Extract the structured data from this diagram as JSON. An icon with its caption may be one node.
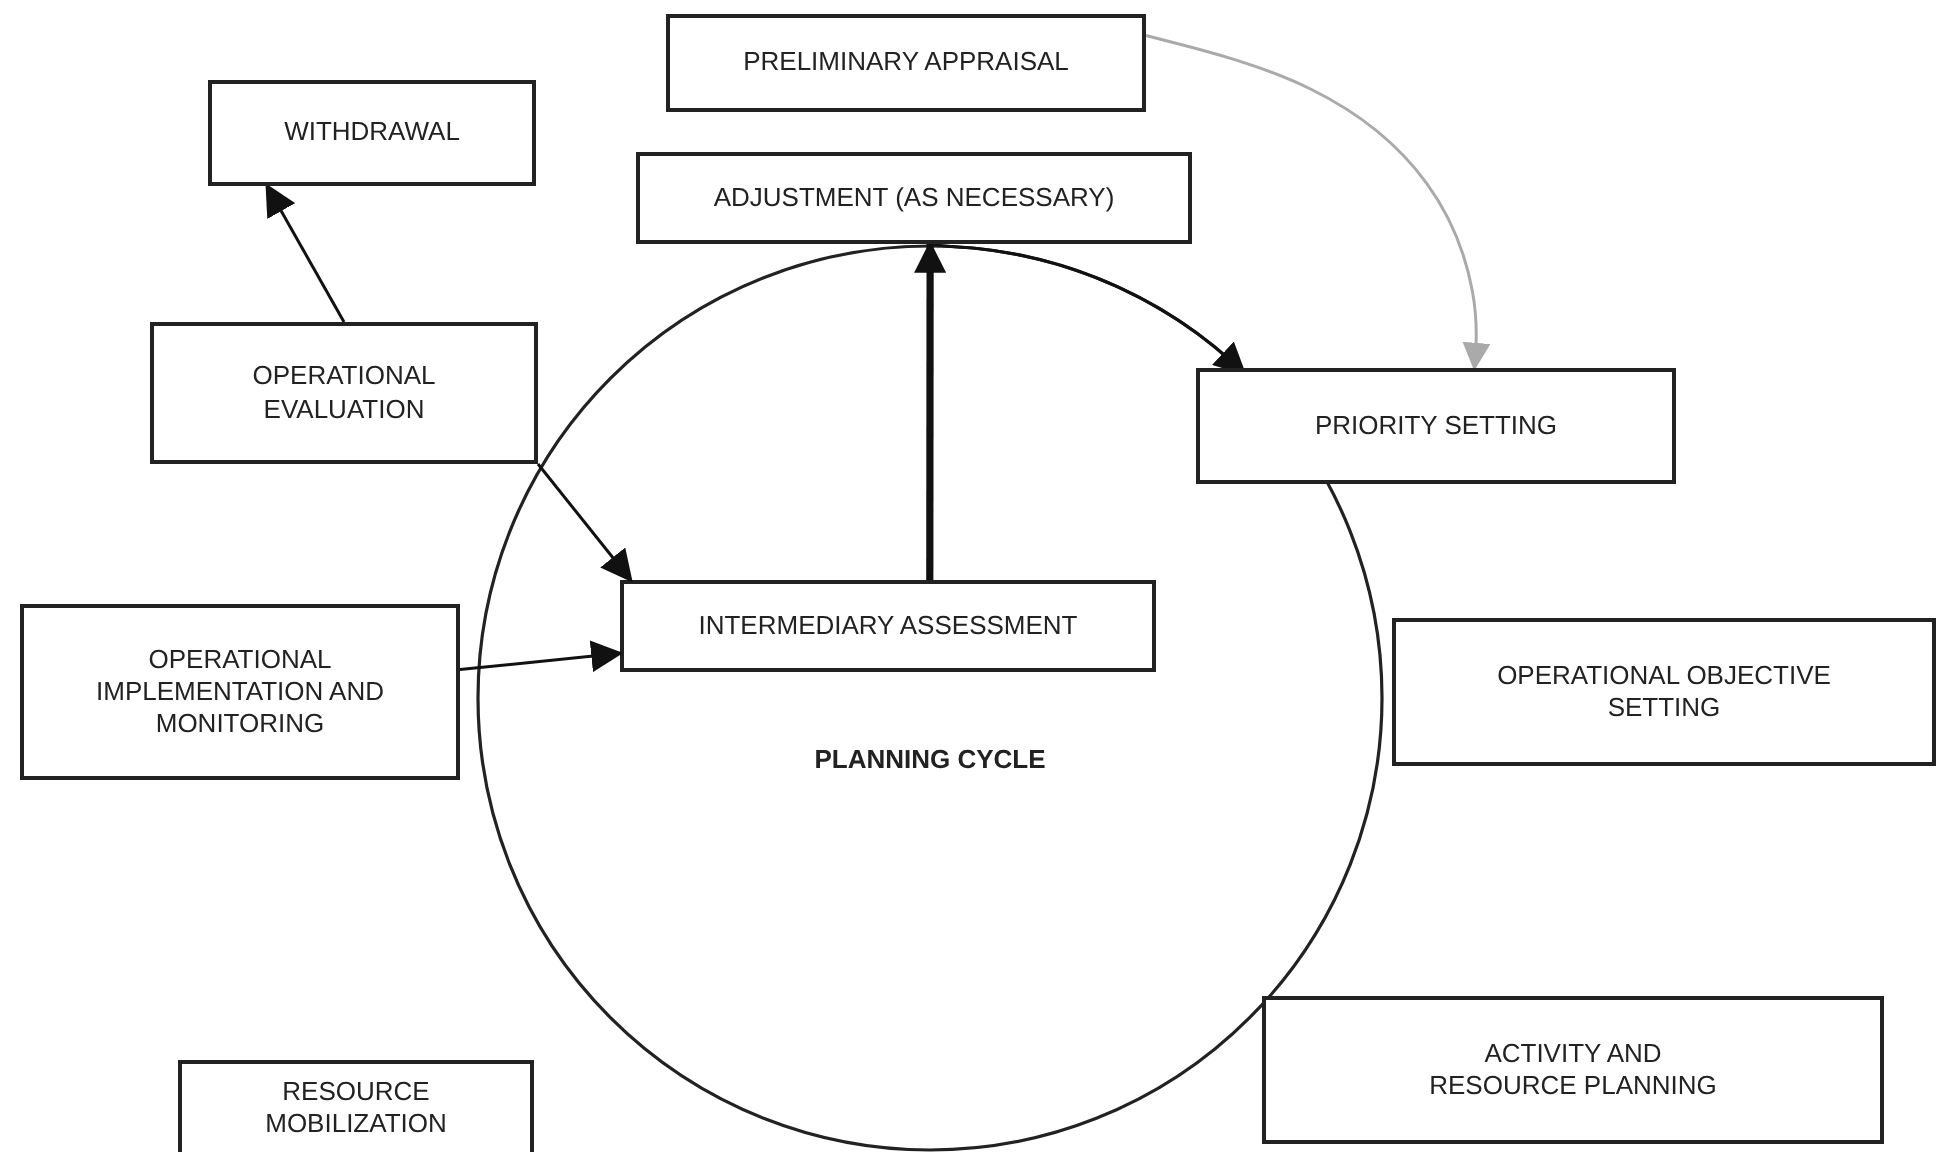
{
  "diagram": {
    "nodes": [
      {
        "text": [
          "PRELIMINARY APPRAISAL"
        ]
      },
      {
        "text": [
          "WITHDRAWAL"
        ]
      },
      {
        "text": [
          "ADJUSTMENT (AS NECESSARY)"
        ]
      },
      {
        "text": [
          "OPERATIONAL EVALUATION"
        ]
      },
      {
        "text": [
          "PRIORITY SETTING"
        ]
      },
      {
        "text": [
          "PLANNING CYCLE"
        ]
      },
      {
        "text": [
          "INTERMEDIARY ASSESSMENT"
        ],
        "in": 5
      },
      {
        "text": [
          "OPERATIONAL IMPLEMENTATION AND MONITORING"
        ]
      },
      {
        "text": [
          "OPERATIONAL OBJECTIVE SETTING"
        ]
      },
      {
        "text": [
          "RESOURCE MOBILIZATION"
        ]
      },
      {
        "text": [
          "ACTIVITY AND RESOURCE PLANNING"
        ]
      }
    ],
    "edges": [
      {
        "from": 3,
        "to": 1,
        "arrow": "to"
      },
      {
        "from": 3,
        "to": 6,
        "arrow": "to"
      },
      {
        "from": 7,
        "to": 6,
        "arrow": "to"
      },
      {
        "from": 6,
        "to": 2,
        "arrow": "to",
        "style": "thick"
      },
      {
        "from": 2,
        "to": 4,
        "arrow": "to"
      },
      {
        "from": 0,
        "to": 4,
        "arrow": "to",
        "color": "#aaaaaa"
      }
    ]
  }
}
